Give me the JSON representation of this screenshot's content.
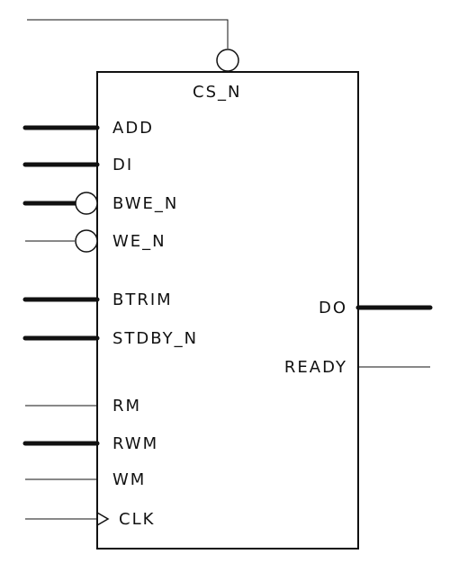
{
  "block": {
    "top_pin": {
      "label": "CS_N",
      "bus": false,
      "inverted": true
    },
    "left_pins": [
      {
        "label": "ADD",
        "bus": true,
        "inverted": false,
        "clock": false
      },
      {
        "label": "DI",
        "bus": true,
        "inverted": false,
        "clock": false
      },
      {
        "label": "BWE_N",
        "bus": true,
        "inverted": true,
        "clock": false
      },
      {
        "label": "WE_N",
        "bus": false,
        "inverted": true,
        "clock": false
      },
      {
        "label": "BTRIM",
        "bus": true,
        "inverted": false,
        "clock": false
      },
      {
        "label": "STDBY_N",
        "bus": true,
        "inverted": false,
        "clock": false
      },
      {
        "label": "RM",
        "bus": false,
        "inverted": false,
        "clock": false
      },
      {
        "label": "RWM",
        "bus": true,
        "inverted": false,
        "clock": false
      },
      {
        "label": "WM",
        "bus": false,
        "inverted": false,
        "clock": false
      },
      {
        "label": "CLK",
        "bus": false,
        "inverted": false,
        "clock": true
      }
    ],
    "right_pins": [
      {
        "label": "DO",
        "bus": true
      },
      {
        "label": "READY",
        "bus": false
      }
    ]
  },
  "colors": {
    "line": "#111111",
    "box_fill": "#ffffff",
    "bubble_fill": "#ffffff"
  }
}
